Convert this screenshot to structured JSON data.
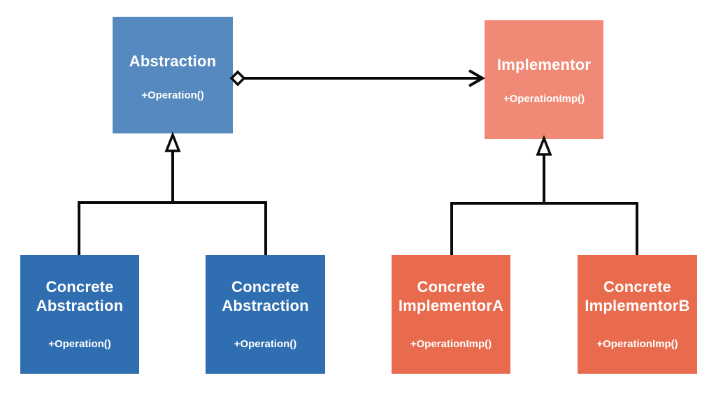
{
  "colors": {
    "abstractionBlue": "#5589BF",
    "concreteBlue": "#2F6EB0",
    "implementorSalmon": "#F08A76",
    "concreteOrange": "#E96B4E",
    "connectorBlack": "#0A0A0A",
    "textWhite": "#FFFFFF"
  },
  "nodes": {
    "abstraction": {
      "title": "Abstraction",
      "method": "+Operation()"
    },
    "implementor": {
      "title": "Implementor",
      "method": "+OperationImp()"
    },
    "concreteAbstraction1": {
      "title": "Concrete Abstraction",
      "method": "+Operation()"
    },
    "concreteAbstraction2": {
      "title": "Concrete Abstraction",
      "method": "+Operation()"
    },
    "concreteImplementorA": {
      "title": "Concrete ImplementorA",
      "method": "+OperationImp()"
    },
    "concreteImplementorB": {
      "title": "Concrete ImplementorB",
      "method": "+OperationImp()"
    }
  },
  "edges": [
    {
      "from": "Abstraction",
      "to": "Implementor",
      "type": "aggregation"
    },
    {
      "from": "Concrete Abstraction (left)",
      "to": "Abstraction",
      "type": "generalization"
    },
    {
      "from": "Concrete Abstraction (right)",
      "to": "Abstraction",
      "type": "generalization"
    },
    {
      "from": "Concrete ImplementorA",
      "to": "Implementor",
      "type": "generalization"
    },
    {
      "from": "Concrete ImplementorB",
      "to": "Implementor",
      "type": "generalization"
    }
  ]
}
